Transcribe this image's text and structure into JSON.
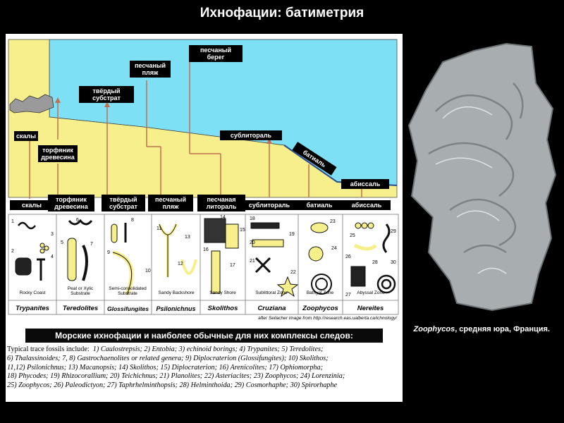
{
  "title": "Ихнофации: батиметрия",
  "scene_labels": {
    "rocks": "скалы",
    "peat_wood": "торфяник древесина",
    "hard_substrate": "твёрдый субстрат",
    "sand_beach": "песчаный пляж",
    "sand_shore": "песчаный берег",
    "sublittoral": "сублитораль",
    "bathyal": "батиаль",
    "abyssal": "абиссаль"
  },
  "zone_labels": [
    "скалы",
    "торфяник древесина",
    "твёрдый субстрат",
    "песчаный пляж",
    "песчаная литораль",
    "сублитораль",
    "батиаль",
    "абиссаль"
  ],
  "zone_captions": [
    "Rocky Coast",
    "Peat or Xylic Substrate",
    "Semi-consolidated Substrate",
    "Sandy Backshore",
    "Sandy Shore",
    "Sublittoral Zone",
    "Bathyal Zone",
    "Abyssal Zone"
  ],
  "ichnofacies": [
    "Trypanites",
    "Teredolites",
    "Glossifungites",
    "Psilonichnus",
    "Skolithos",
    "Cruziana",
    "Zoophycos",
    "Nereites"
  ],
  "fossil_numbers": [
    "1",
    "2",
    "3",
    "4",
    "5",
    "6",
    "7",
    "8",
    "9",
    "10",
    "11",
    "12",
    "13",
    "14",
    "15",
    "16",
    "17",
    "18",
    "19",
    "20",
    "21",
    "22",
    "23",
    "24",
    "25",
    "26",
    "27",
    "28",
    "29",
    "30"
  ],
  "credit": "after Seilacher image from http://research.eas.ualberta.ca/ichnology/",
  "banner": "Морские ихнофации и наиболее обычные для них комплексы следов:",
  "legend_lead": "Typical trace fossils include:",
  "legend_lines": [
    "  1) Caulostrepsis; 2) Entobia; 3) echinoid borings; 4) Trypanites; 5) Teredolites;",
    "6) Thalassinoides; 7, 8) Gastrochaenolites or related genera; 9) Diplocraterion (Glossifungites); 10) Skolithos;",
    "11,12) Psilonichnus; 13) Macanopsis; 14) Skolithos; 15) Diplocraterion; 16) Arenicolites; 17) Ophiomorpha;",
    "18) Phycodes; 19) Rhizocorallium; 20) Teichichnus; 21) Planolites; 22) Asteriacites; 23) Zoophycos; 24) Lorenzinia;",
    "25) Zoophycos; 26) Paleodictyon; 27) Taphrhelminthopsis; 28) Helminthoida; 29) Cosmorhaphe; 30) Spirorhaphe"
  ],
  "photo_caption_italic": "Zoophycos",
  "photo_caption_rest": ", средняя юра, Франция.",
  "colors": {
    "water": "#7ee0f4",
    "sand": "#f6ef8c",
    "panel": "#ffffff",
    "background": "#000000",
    "fossil": "#a8aeb0"
  }
}
